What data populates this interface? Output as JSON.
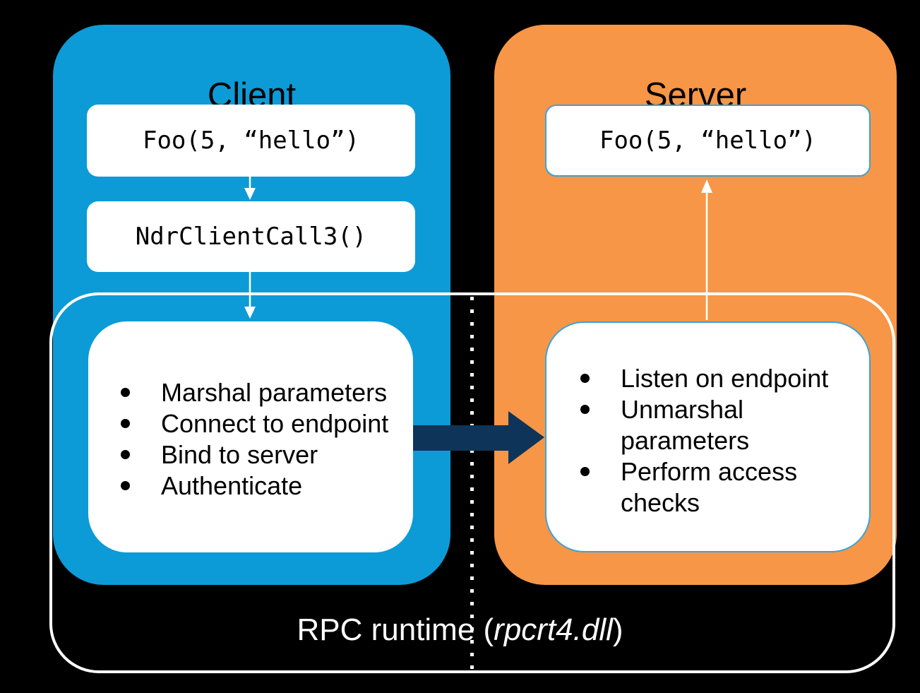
{
  "diagram": {
    "client": {
      "title": "Client",
      "call_label": "Foo(5, “hello”)",
      "stub_label": "NdrClientCall3()",
      "steps": [
        "Marshal parameters",
        "Connect to endpoint",
        "Bind to server",
        "Authenticate"
      ]
    },
    "server": {
      "title": "Server",
      "call_label": "Foo(5, “hello”)",
      "steps": [
        "Listen on endpoint",
        "Unmarshal parameters",
        "Perform access checks"
      ]
    },
    "runtime_label": {
      "prefix": "RPC runtime (",
      "module": "rpcrt4.dll",
      "suffix": ")"
    },
    "colors": {
      "background": "#000000",
      "client_fill": "#0C9BD7",
      "server_fill": "#F79646",
      "transfer_arrow": "#0F3459",
      "server_box_border": "#39A3D9",
      "outline": "#FFFFFF",
      "text": "#000000",
      "label_text": "#FFFFFF"
    }
  }
}
